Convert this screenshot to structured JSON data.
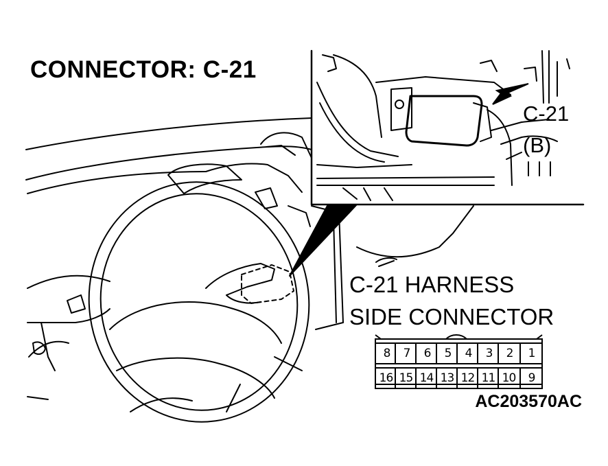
{
  "title": "CONNECTOR: C-21",
  "inset": {
    "callout_connector": "C-21",
    "callout_variant": "(B)"
  },
  "harness_label": {
    "line1": "C-21 HARNESS",
    "line2": "SIDE CONNECTOR"
  },
  "connector_pins": {
    "top_row": [
      "8",
      "7",
      "6",
      "5",
      "4",
      "3",
      "2",
      "1"
    ],
    "bottom_row": [
      "16",
      "15",
      "14",
      "13",
      "12",
      "11",
      "10",
      "9"
    ]
  },
  "figure_code": "AC203570AC"
}
